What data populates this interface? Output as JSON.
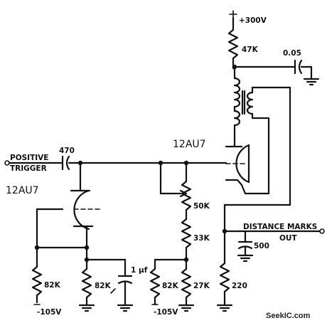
{
  "labels": {
    "supply_voltage": "+300V",
    "r_plate": "47K",
    "c_bypass": "0.05",
    "tube_output": "12AU7",
    "tube_input": "12AU7",
    "input_label_line1": "POSITIVE",
    "input_label_line2": "TRIGGER",
    "c_input": "470",
    "pot": "50K",
    "r_mid": "33K",
    "r_grid_bias": "27K",
    "r_grid_bias_neg": "82K",
    "r_grid_left": "82K",
    "r_cathode": "82K",
    "c_cathode": "1 μf",
    "neg_supply_left": "-105V",
    "neg_supply_mid": "-105V",
    "output_line1": "DISTANCE MARKS",
    "output_line2": "OUT",
    "c_output": "500",
    "r_load": "220",
    "watermark": "SeekIC.com"
  }
}
